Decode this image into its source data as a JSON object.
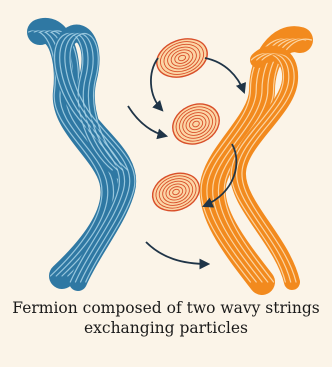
{
  "caption": {
    "line1": "Fermion composed of two wavy strings",
    "line2": "exchanging particles"
  },
  "colors": {
    "background": "#fbf4e8",
    "left_string": "#2f78a3",
    "left_string_highlight": "#a9d3e8",
    "right_string": "#f28a1e",
    "right_string_highlight": "#fde0b8",
    "particle_fill": "#fbd6a6",
    "particle_ring": "#d94f2a",
    "arrow": "#1f3447"
  },
  "elements": {
    "left_string": "wavy-string-blue",
    "right_string": "wavy-string-orange",
    "particles": 3,
    "arrows": 5
  }
}
